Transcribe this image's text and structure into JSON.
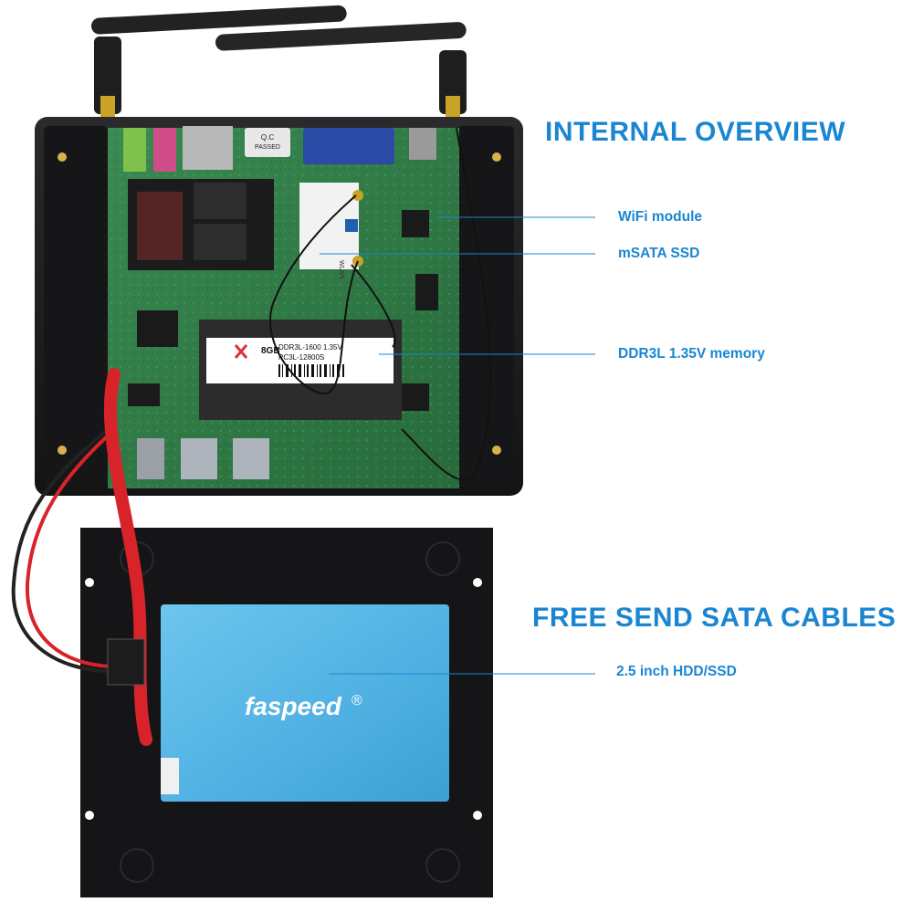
{
  "headings": {
    "internal": "INTERNAL OVERVIEW",
    "sata": "FREE SEND SATA CABLES"
  },
  "labels": {
    "wifi": "WiFi module",
    "msata": "mSATA SSD",
    "ddr": "DDR3L 1.35V memory",
    "hdd": "2.5 inch HDD/SSD"
  },
  "components": {
    "qc_sticker_line1": "Q.C",
    "qc_sticker_line2": "PASSED",
    "ram_capacity": "8GB",
    "ram_line1": "DDR3L-1600 1.35V",
    "ram_line2": "PC3L-12800S",
    "drive_brand": "faspeed",
    "drive_mark": "®",
    "wifi_tag": "WLAN"
  },
  "colors": {
    "accent": "#1a86d2",
    "pcb": "#2f7a45",
    "case": "#1c1c1e",
    "drive": "#5ab8e6",
    "sata_cable": "#d8232a"
  }
}
